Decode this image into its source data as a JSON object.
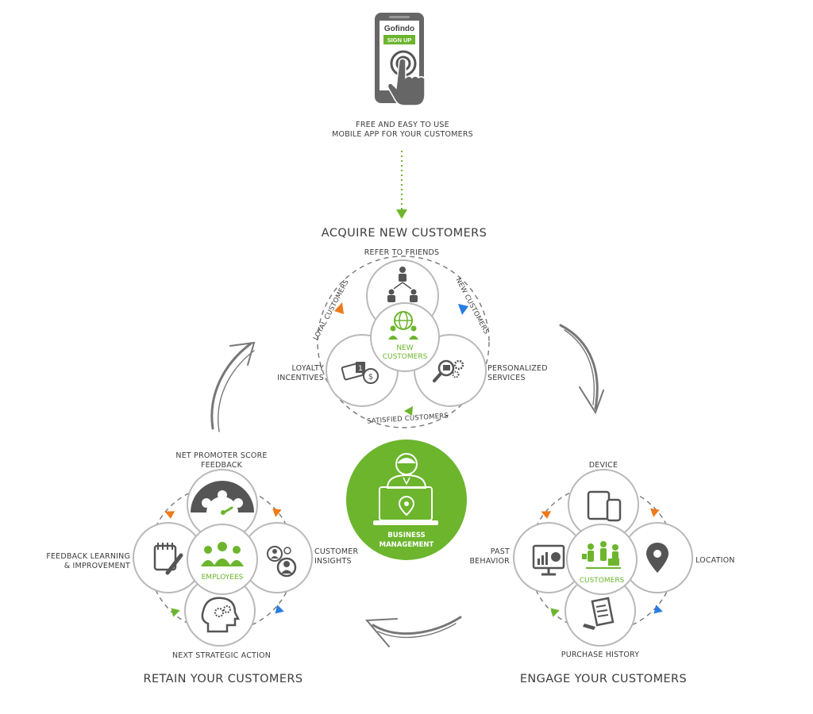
{
  "colors": {
    "green": "#6cb52d",
    "gray": "#666666",
    "ring": "#b9b9b9",
    "orange": "#ef7a1a",
    "blue": "#2a7de1",
    "text": "#3c3c3c"
  },
  "phone": {
    "brand": "Gofindo",
    "button": "SIGN UP",
    "caption_line1": "FREE AND EASY TO USE",
    "caption_line2": "MOBILE APP FOR YOUR CUSTOMERS"
  },
  "acquire": {
    "title": "ACQUIRE NEW CUSTOMERS",
    "center_line1": "NEW",
    "center_line2": "CUSTOMERS",
    "refer": "REFER TO FRIENDS",
    "loyalty_line1": "LOYALTY",
    "loyalty_line2": "INCENTIVES",
    "personalized_line1": "PERSONALIZED",
    "personalized_line2": "SERVICES",
    "arc_loyal": "LOYAL CUSTOMERS",
    "arc_new": "NEW CUSTOMERS",
    "arc_satisfied": "SATISFIED CUSTOMERS"
  },
  "center": {
    "line1": "BUSINESS",
    "line2": "MANAGEMENT"
  },
  "retain": {
    "title": "RETAIN YOUR CUSTOMERS",
    "center": "EMPLOYEES",
    "nps_line1": "NET PROMOTER SCORE",
    "nps_line2": "FEEDBACK",
    "feedback_line1": "FEEDBACK LEARNING",
    "feedback_line2": "& IMPROVEMENT",
    "insights_line1": "CUSTOMER",
    "insights_line2": "INSIGHTS",
    "next": "NEXT STRATEGIC ACTION"
  },
  "engage": {
    "title": "ENGAGE YOUR CUSTOMERS",
    "center": "CUSTOMERS",
    "device": "DEVICE",
    "past_line1": "PAST",
    "past_line2": "BEHAVIOR",
    "location": "LOCATION",
    "purchase": "PURCHASE HISTORY"
  }
}
